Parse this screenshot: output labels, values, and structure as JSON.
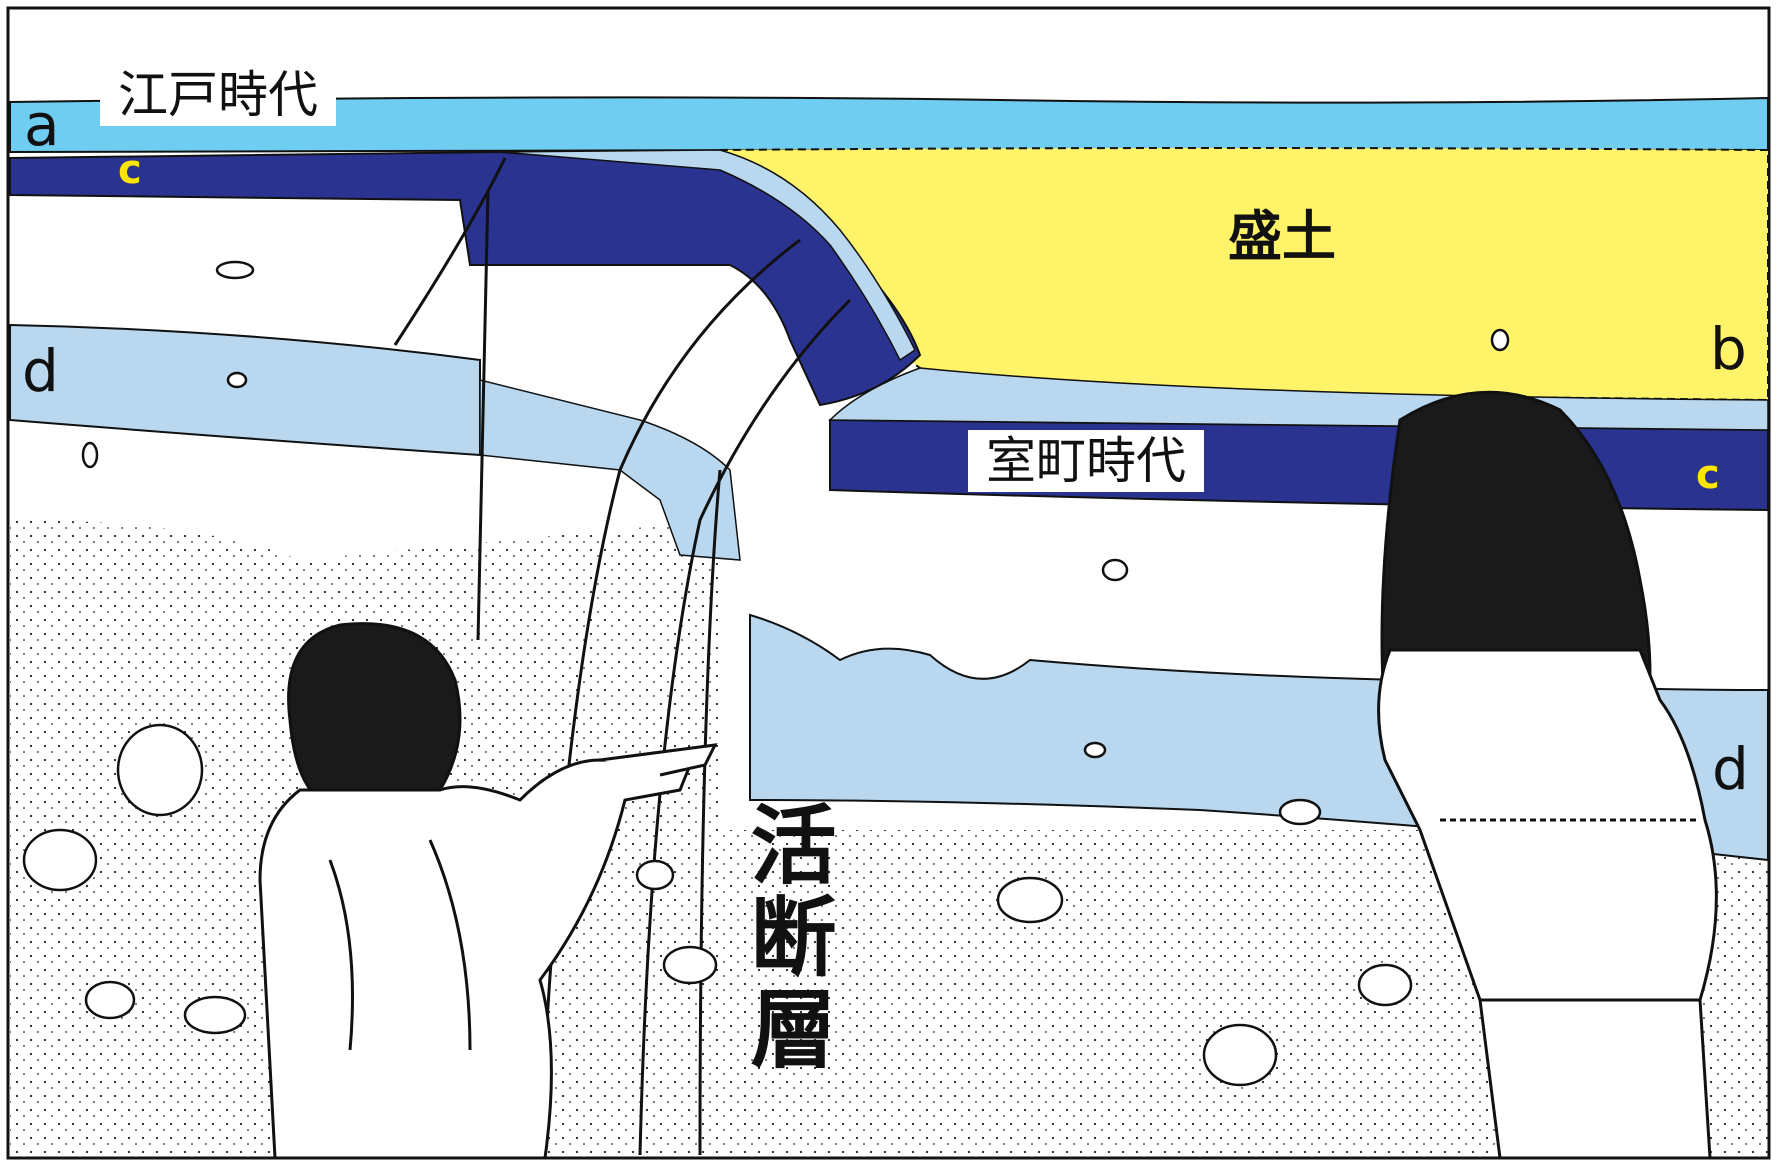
{
  "colors": {
    "light_blue": "#6fcdf2",
    "dark_blue": "#2b3390",
    "pale_blue": "#b9d8ef",
    "fill_yellow": "#fff36a",
    "outline": "#111111"
  },
  "labels": {
    "edo": "江戸時代",
    "muromachi": "室町時代",
    "morido": "盛土",
    "fault": "活断層"
  },
  "layers": {
    "a": "a",
    "b": "b",
    "c_left": "c",
    "c_right": "c",
    "d_left": "d",
    "d_right": "d"
  },
  "figures": {
    "left_person": "person-pointing",
    "right_person": "person-standing"
  }
}
